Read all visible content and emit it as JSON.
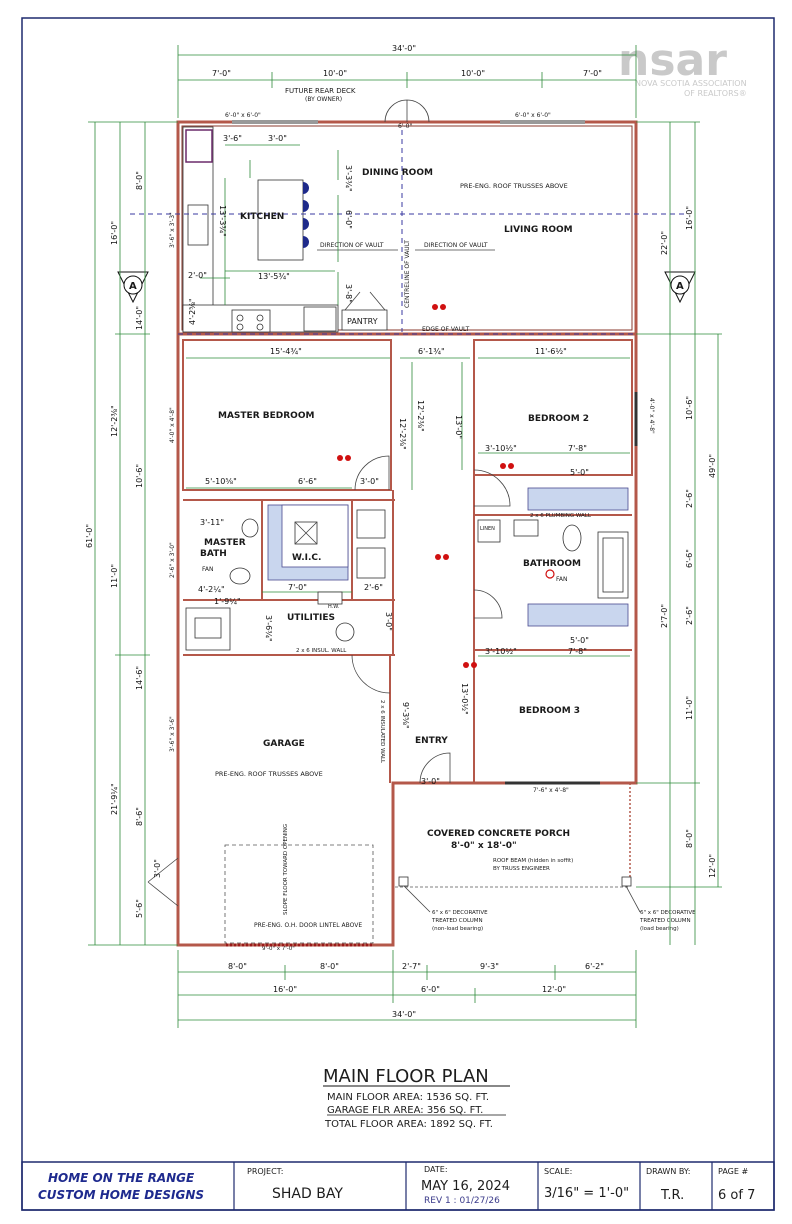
{
  "logo": {
    "mark": "nsar",
    "line1": "NOVA SCOTIA ASSOCIATION",
    "line2": "OF REALTORS®"
  },
  "rooms": {
    "dining": "DINING ROOM",
    "kitchen": "KITCHEN",
    "living": "LIVING ROOM",
    "pantry": "PANTRY",
    "master_bedroom": "MASTER BEDROOM",
    "bedroom2": "BEDROOM 2",
    "master_bath_1": "MASTER",
    "master_bath_2": "BATH",
    "wic": "W.I.C.",
    "bathroom": "BATHROOM",
    "utilities": "UTILITIES",
    "bedroom3": "BEDROOM 3",
    "garage": "GARAGE",
    "entry": "ENTRY",
    "porch": "COVERED CONCRETE PORCH",
    "porch_size": "8'-0\" x 18'-0\""
  },
  "notes": {
    "deck_1": "FUTURE REAR DECK",
    "deck_2": "(BY OWNER)",
    "trusses_top": "PRE-ENG. ROOF TRUSSES ABOVE",
    "trusses_garage": "PRE-ENG. ROOF TRUSSES ABOVE",
    "vault_left": "DIRECTION OF VAULT",
    "vault_right": "DIRECTION OF VAULT",
    "centreline": "CENTRELINE OF VAULT",
    "edge_vault": "EDGE OF VAULT",
    "plumbing_wall": "2 x 6 PLUMBING WALL",
    "insul_wall": "2 x 6 INSUL. WALL",
    "insulated_wall": "2 x 6 INSULATED WALL",
    "slope_floor": "SLOPE FLOOR TOWARD OPENING",
    "door_lintel": "PRE-ENG. O.H. DOOR LINTEL ABOVE",
    "garage_door": "9'-0\" x 7'-0\"",
    "roof_beam_1": "ROOF BEAM (hidden in soffit)",
    "roof_beam_2": "BY TRUSS ENGINEER",
    "col_left_1": "6\" x 6\" DECORATIVE",
    "col_left_2": "TREATED COLUMN",
    "col_left_3": "(non-load bearing)",
    "col_right_1": "6\" x 6\" DECORATIVE",
    "col_right_2": "TREATED COLUMN",
    "col_right_3": "(load bearing)",
    "fan": "FAN",
    "linen": "LINEN",
    "section_left": "A",
    "section_right": "A",
    "hw": "H.W."
  },
  "dims": {
    "overall_top": "34'-0\"",
    "top_a": "7'-0\"",
    "top_b": "10'-0\"",
    "top_c": "10'-0\"",
    "top_d": "7'-0\"",
    "win_top_l": "6'-0\" x 6'-0\"",
    "win_top_r": "6'-0\" x 6'-0\"",
    "door_top": "6'-0\"",
    "k1": "3'-6\"",
    "k2": "3'-0\"",
    "k3": "3'-3¾\"",
    "k4": "13'-3¾\"",
    "k5": "6'-0\"",
    "k6": "13'-5¾\"",
    "k7": "3'-8\"",
    "k8": "2'-0\"",
    "k9": "4'-2⅝\"",
    "mb_w": "15'-4¾\"",
    "hall_w": "6'-1¾\"",
    "b2_w": "11'-6½\"",
    "mb_h": "12'-2⅜\"",
    "hall_h": "12'-2⅜\"",
    "b2_h": "13'-0\"",
    "mbath_a": "5'-10⅝\"",
    "mbath_b": "6'-6\"",
    "mbath_c": "3'-0\"",
    "mbath_d": "3'-11\"",
    "mbath_e": "4'-2¼\"",
    "mbath_f": "1'-9¼\"",
    "util_a": "7'-0\"",
    "util_b": "2'-6\"",
    "util_c": "3'-6¾\"",
    "util_d": "3'-0\"",
    "bath_a": "3'-10½\"",
    "bath_b": "7'-8\"",
    "bath_c": "5'-0\"",
    "bath_d": "3'-10½\"",
    "bath_e": "7'-8\"",
    "bath_f": "5'-0\"",
    "b3_h": "13'-0½\"",
    "ent_a": "9'-3⅝\"",
    "ent_b": "3'-0\"",
    "win_b3": "7'-6\" x 4'-8\"",
    "win_b2": "4'-0\" x 4'-8\"",
    "win_mb": "4'-0\" x 4'-8\"",
    "win_mbath": "2'-6\" x 3'-0\"",
    "win_k": "3'-6\" x 3'-3\"",
    "win_g": "3'-6\" x 3'-6\"",
    "left_a": "8'-0\"",
    "left_b": "16'-0\"",
    "left_c": "14'-0\"",
    "left_d": "12'-2⅜\"",
    "left_e": "10'-6\"",
    "left_f": "11'-0\"",
    "left_g": "14'-6\"",
    "left_h": "21'-9¼\"",
    "left_i": "8'-6\"",
    "left_j": "5'-6\"",
    "left_k": "3'-0\"",
    "left_total": "61'-0\"",
    "right_a": "16'-0\"",
    "right_b": "22'-0\"",
    "right_c": "10'-6\"",
    "right_d": "2'-6\"",
    "right_e": "6'-6\"",
    "right_f": "2'-6\"",
    "right_g": "2'7-0\"",
    "right_h": "11'-0\"",
    "right_i": "8'-0\"",
    "right_j": "12'-0\"",
    "right_k": "49'-0\"",
    "bot1_a": "8'-0\"",
    "bot1_b": "8'-0\"",
    "bot1_c": "2'-7\"",
    "bot1_d": "9'-3\"",
    "bot1_e": "6'-2\"",
    "bot2_a": "16'-0\"",
    "bot2_b": "6'-0\"",
    "bot2_c": "12'-0\"",
    "overall_bottom": "34'-0\""
  },
  "title": {
    "main": "MAIN FLOOR PLAN",
    "line1": "MAIN FLOOR AREA:  1536 SQ. FT.",
    "line2": "GARAGE FLR AREA:  356 SQ. FT.",
    "line3": "TOTAL FLOOR AREA:  1892 SQ. FT."
  },
  "titleblock": {
    "company_1": "HOME ON THE RANGE",
    "company_2": "CUSTOM HOME DESIGNS",
    "project_label": "PROJECT:",
    "project": "SHAD BAY",
    "date_label": "DATE:",
    "date": "MAY 16, 2024",
    "rev": "REV 1 : 01/27/26",
    "scale_label": "SCALE:",
    "scale": "3/16\" = 1'-0\"",
    "drawn_label": "DRAWN BY:",
    "drawn": "T.R.",
    "page_label": "PAGE #",
    "page": "6 of 7"
  },
  "colors": {
    "wall": "#b4584a",
    "dimension": "#2e8b3a",
    "border": "#1e2a6e",
    "fixture_fill": "#c9d6ee"
  }
}
